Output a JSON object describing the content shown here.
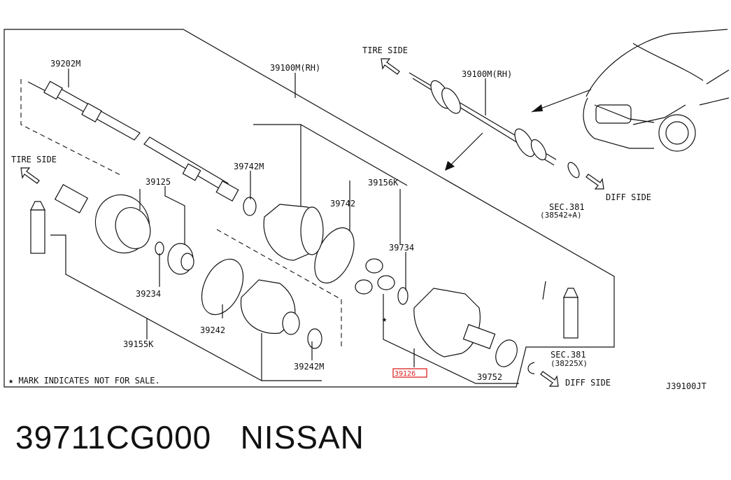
{
  "labels": {
    "p39202M": "39202M",
    "p39100M_main": "39100M(RH)",
    "tire_side_left": "TIRE SIDE",
    "tire_side_top": "TIRE SIDE",
    "p39100M_inset": "39100M(RH)",
    "p39742M": "39742M",
    "p39125": "39125",
    "p39156K": "39156K",
    "p39742": "39742",
    "p39734": "39734",
    "p39234": "39234",
    "p39242": "39242",
    "p39155K": "39155K",
    "p39242M": "39242M",
    "p39126": "39126",
    "p39752": "39752",
    "sec381_a": "SEC.381",
    "sec381_a_sub": "(38542+A)",
    "sec381_b": "SEC.381",
    "sec381_b_sub": "(38225X)",
    "diff_side_top": "DIFF SIDE",
    "diff_side_bottom": "DIFF SIDE",
    "star_note": "★ MARK INDICATES NOT FOR SALE.",
    "star_mark": "★",
    "diagram_code": "J39100JT"
  },
  "caption": "39711CG000   NISSAN",
  "colors": {
    "highlight": "#e02020",
    "ink": "#111111"
  },
  "icons": [
    "arrow-tire-side-icon",
    "arrow-diff-side-icon",
    "vehicle-illustration-icon"
  ]
}
